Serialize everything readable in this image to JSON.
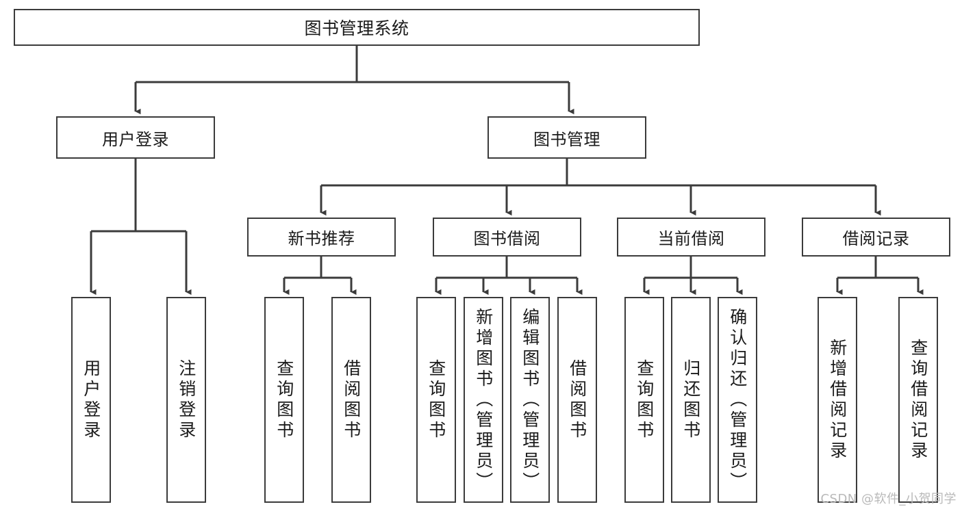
{
  "diagram": {
    "title": "图书管理系统",
    "type": "tree",
    "watermark": "CSDN @软件_小贺同学",
    "colors": {
      "box_border": "#3b3b3b",
      "box_fill": "#ffffff",
      "edge": "#3b3b3b",
      "text": "#1a1a1a",
      "watermark": "#b9b9b9",
      "background": "#ffffff"
    },
    "root": {
      "label": "图书管理系统"
    },
    "level2": [
      {
        "label": "用户登录"
      },
      {
        "label": "图书管理"
      }
    ],
    "level3": [
      {
        "label": "新书推荐"
      },
      {
        "label": "图书借阅"
      },
      {
        "label": "当前借阅"
      },
      {
        "label": "借阅记录"
      }
    ],
    "leaves": {
      "user_login": [
        {
          "label": "用户登录"
        },
        {
          "label": "注销登录"
        }
      ],
      "new_book_recommend": [
        {
          "label": "查询图书"
        },
        {
          "label": "借阅图书"
        }
      ],
      "book_borrow": [
        {
          "label": "查询图书"
        },
        {
          "label": "新增图书（管理员）"
        },
        {
          "label": "编辑图书（管理员）"
        },
        {
          "label": "借阅图书"
        }
      ],
      "current_borrow": [
        {
          "label": "查询图书"
        },
        {
          "label": "归还图书"
        },
        {
          "label": "确认归还（管理员）"
        }
      ],
      "borrow_record": [
        {
          "label": "新增借阅记录"
        },
        {
          "label": "查询借阅记录"
        }
      ]
    }
  }
}
